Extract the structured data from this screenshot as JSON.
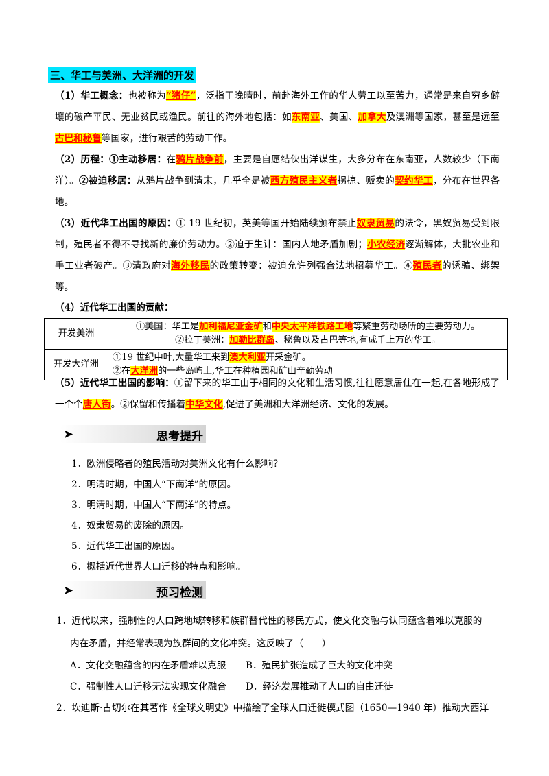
{
  "section": {
    "title": "三、华工与美洲、大洋洲的开发"
  },
  "p1": {
    "label": "（1）华工概念：",
    "t1": "也被称为",
    "h1": "“猪仔”",
    "t2": "，泛指于晚晴时，前赴海外工作的华人劳工以至苦力，通常是来自穷乡僻壤的破产平民、无业贫民或渔民。前往的海外地包括：如",
    "h2": "东南亚",
    "t3": "、美国、",
    "h3": "加拿大",
    "t4": "及澳洲等国家，甚至是远至",
    "h4": "古巴和秘鲁",
    "t5": "等国家，进行艰苦的劳动工作。"
  },
  "p2": {
    "label": "（2）历程：",
    "sub1": "①主动移居：",
    "t1": "在",
    "h1": "鸦片战争前",
    "t2": "，主要是自愿结伙出洋谋生，大多分布在东南亚，人数较少（下南洋）。",
    "sub2": "②被迫移居：",
    "t3": "从鸦片战争到清末，几乎全是被",
    "h2": "西方殖民主义者",
    "t4": "拐掠、贩卖的",
    "h3": "契约华工",
    "t5": "，分布在世界各地。"
  },
  "p3": {
    "label": "（3）近代华工出国的原因：",
    "t1": "① 19 世纪初，英美等国开始陆续颁布禁止",
    "h1": "奴隶贸易",
    "t2": "的法令，黑奴贸易受到限制，殖民者不得不寻找新的廉价劳动力。②迫于生计：国内人地矛盾加剧；",
    "h2": "小农经济",
    "t3": "逐渐解体，大批农业和手工业者破产。③清政府对",
    "h3": "海外移民",
    "t4": "的政策转变：被迫允许列强合法地招募华工。④",
    "h4": "殖民者",
    "t5": "的诱骗、绑架等。"
  },
  "p4": {
    "label": "（4）近代华工出国的贡献："
  },
  "table": {
    "r1": {
      "label": "开发美洲",
      "l1a": "①美国：华工是",
      "l1h1": "加利福尼亚金矿",
      "l1b": "和",
      "l1h2": "中央太平洋铁路工地",
      "l1c": "等繁重劳动场所的主要劳动力。",
      "l2a": "②拉丁美洲：",
      "l2h": "加勒比群岛",
      "l2b": "、秘鲁以及古巴等地,有成千上万的华工。"
    },
    "r2": {
      "label": "开发大洋洲",
      "l1a": "①19 世纪中叶,大量华工来到",
      "l1h": "澳大利亚",
      "l1b": "开采金矿。",
      "l2a": "②在",
      "l2h": "大洋洲",
      "l2b": "的一些岛屿上,华工在种植园和矿山辛勤劳动"
    }
  },
  "p5": {
    "label": "（5）近代华工出国的影响：",
    "t1": "①留下来的华工由于相同的文化和生活习惯,往往愿意居住在一起,在各地形成了一个个",
    "h1": "唐人街",
    "t2": "。②保留和传播着",
    "h2": "中华文化",
    "t3": ",促进了美洲和大洋洲经济、文化的发展。"
  },
  "think": {
    "title": "思考提升",
    "items": [
      "1．欧洲侵略者的殖民活动对美洲文化有什么影响？",
      "2．明清时期，中国人“下南洋”的原因。",
      "3．明清时期，中国人“下南洋”的特点。",
      "4．奴隶贸易的废除的原因。",
      "5．近代华工出国的原因。",
      "6．概括近代世界人口迁移的特点和影响。"
    ]
  },
  "preview": {
    "title": "预习检测",
    "q1": {
      "line1": "1．近代以来，强制性的人口跨地域转移和族群替代性的移民方式，使文化交融与认同蕴含着难以克服的",
      "line2": "内在矛盾，并经常表现为族群间的文化冲突。这反映了（　　）",
      "A": "A．文化交融蕴含的内在矛盾难以克服",
      "B": "B．殖民扩张造成了巨大的文化冲突",
      "C": "C．强制性人口迁移无法实现文化融合",
      "D": "D．经济发展推动了人口的自由迁徙"
    },
    "q2": {
      "line1": "2．坎迪斯·古切尔在其著作《全球文明史》中描绘了全球人口迁徙模式图（1650—1940 年）推动大西洋"
    }
  }
}
